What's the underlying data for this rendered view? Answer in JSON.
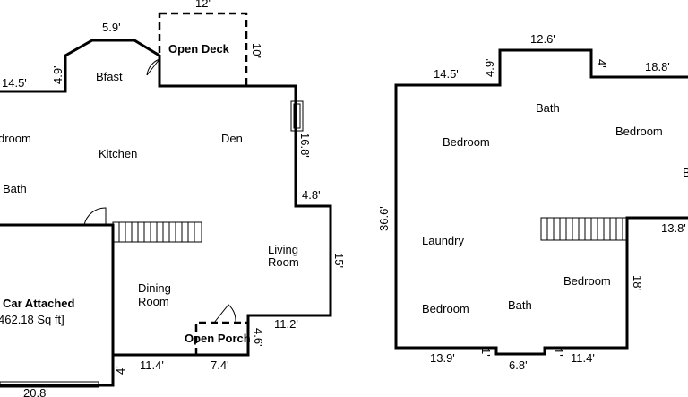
{
  "plan": {
    "left_floor": {
      "rooms": {
        "open_deck": "Open Deck",
        "bfast": "Bfast",
        "bedroom_partial": "droom",
        "kitchen": "Kitchen",
        "den": "Den",
        "bath": "Bath",
        "living": "Living",
        "living_room": "Room",
        "dining": "Dining",
        "dining_room": "Room",
        "garage": "Car Attached",
        "garage_area": "462.18 Sq ft]",
        "open_porch": "Open Porch"
      },
      "dims": {
        "deck_top": "12'",
        "bay_top": "5.9'",
        "deck_right": "10'",
        "left_top": "14.5'",
        "bay_left": "4.9'",
        "right_upper": "16.8'",
        "step": "4.8'",
        "living_right": "15'",
        "porch_top": "11.2'",
        "porch_right": "4.6'",
        "bottom_left": "4'",
        "bottom_a": "11.4'",
        "porch_bottom": "7.4'",
        "garage_bottom": "20.8'"
      }
    },
    "right_floor": {
      "rooms": {
        "bath_top": "Bath",
        "bedroom_left": "Bedroom",
        "bedroom_right": "Bedroom",
        "bedroom_edge": "B",
        "laundry": "Laundry",
        "bedroom_mid": "Bedroom",
        "bedroom_bottom": "Bedroom",
        "bath_bottom": "Bath"
      },
      "dims": {
        "top_left": "14.5'",
        "notch_left": "4.9'",
        "top_mid": "12.6'",
        "notch_right": "4'",
        "top_right": "18.8'",
        "left_side": "36.6'",
        "right_step": "13.8'",
        "right_lower": "18'",
        "bottom_left": "13.9'",
        "bottom_tick1": "1'",
        "bottom_mid": "6.8'",
        "bottom_tick2": "1'",
        "bottom_right": "11.4'"
      }
    }
  }
}
